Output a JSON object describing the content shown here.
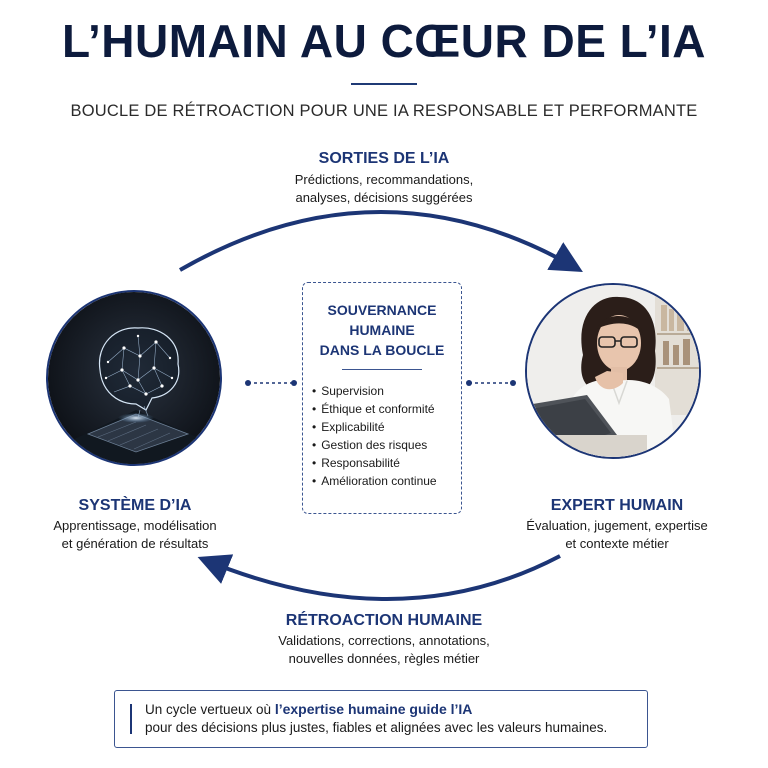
{
  "header": {
    "title": "L’HUMAIN AU CŒUR DE L’IA",
    "subtitle": "BOUCLE DE RÉTROACTION POUR UNE IA RESPONSABLE ET PERFORMANTE"
  },
  "top": {
    "heading": "SORTIES DE L’IA",
    "line1": "Prédictions, recommandations,",
    "line2": "analyses, décisions suggérées"
  },
  "left": {
    "heading": "SYSTÈME D’IA",
    "line1": "Apprentissage, modélisation",
    "line2": "et génération de résultats"
  },
  "right": {
    "heading": "EXPERT HUMAIN",
    "line1": "Évaluation, jugement, expertise",
    "line2": "et contexte métier"
  },
  "bottom": {
    "heading": "RÉTROACTION HUMAINE",
    "line1": "Validations, corrections, annotations,",
    "line2": "nouvelles données, règles métier"
  },
  "center": {
    "title_lines": [
      "SOUVERNANCE",
      "HUMAINE",
      "DANS LA BOUCLE"
    ],
    "items": [
      "Supervision",
      "Éthique et conformité",
      "Explicabilité",
      "Gestion des risques",
      "Responsabilité",
      "Amélioration continue"
    ]
  },
  "footer": {
    "prefix": "Un cycle vertueux où ",
    "emphasis": "l’expertise humaine guide l’IA",
    "line2": "pour des décisions plus justes, fiables et alignées avec les valeurs humaines."
  },
  "colors": {
    "navy": "#1c3575",
    "title": "#0d1b3d"
  },
  "icons": [
    "ai-brain-illustration",
    "human-expert-photo"
  ]
}
